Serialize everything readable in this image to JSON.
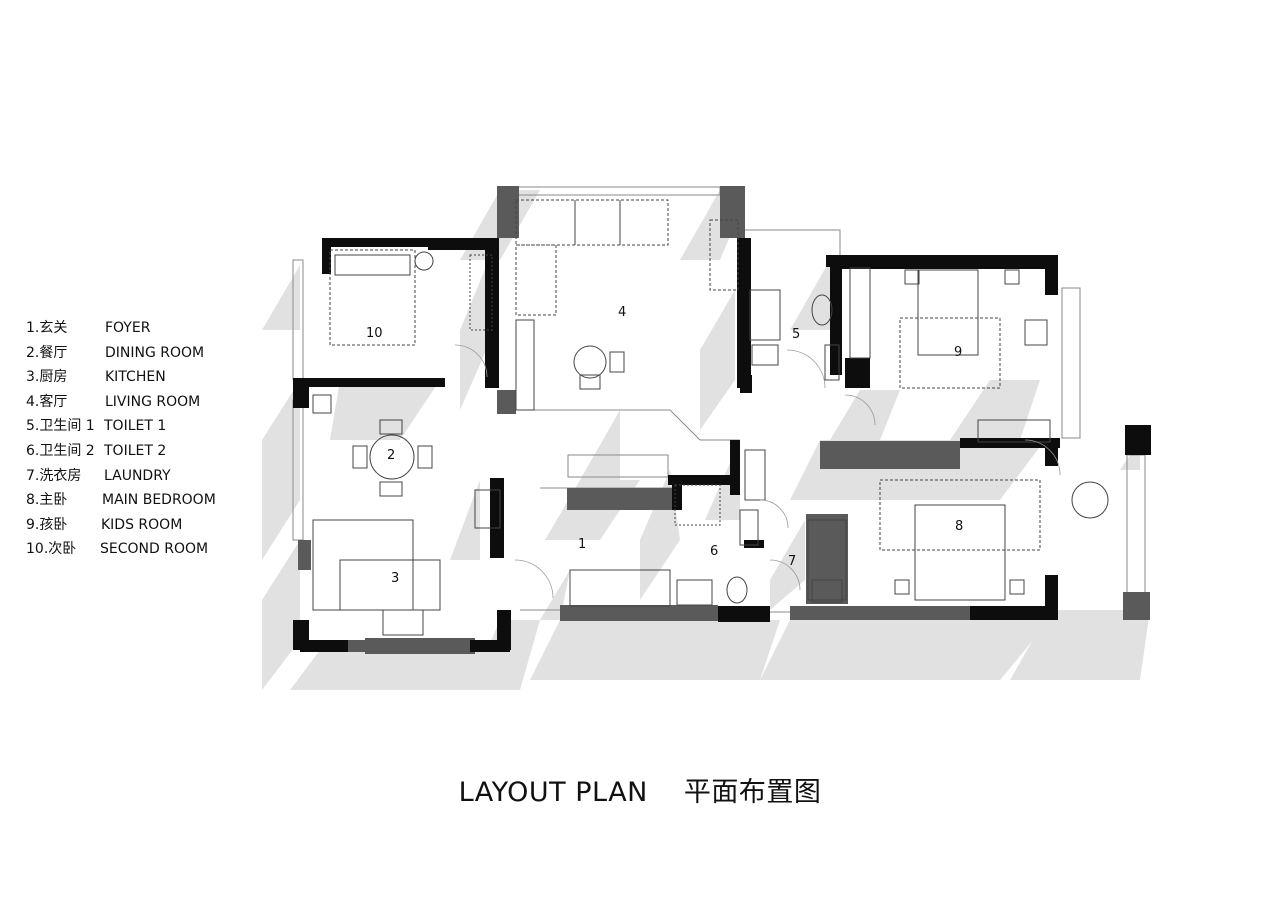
{
  "title": {
    "english": "LAYOUT PLAN",
    "chinese": "平面布置图"
  },
  "legend": [
    {
      "number": "1",
      "chinese": "1.玄关",
      "english": "FOYER"
    },
    {
      "number": "2",
      "chinese": "2.餐厅",
      "english": "DINING ROOM"
    },
    {
      "number": "3",
      "chinese": "3.厨房",
      "english": "KITCHEN"
    },
    {
      "number": "4",
      "chinese": "4.客厅",
      "english": "LIVING ROOM"
    },
    {
      "number": "5",
      "chinese": "5.卫生间 1",
      "english": "TOILET 1"
    },
    {
      "number": "6",
      "chinese": "6.卫生间 2",
      "english": "TOILET 2"
    },
    {
      "number": "7",
      "chinese": "7.洗衣房",
      "english": "LAUNDRY"
    },
    {
      "number": "8",
      "chinese": "8.主卧",
      "english": "MAIN BEDROOM"
    },
    {
      "number": "9",
      "chinese": "9.孩卧",
      "english": "KIDS ROOM"
    },
    {
      "number": "10",
      "chinese": "10.次卧",
      "english": "SECOND ROOM"
    }
  ],
  "room_labels": [
    "1",
    "2",
    "3",
    "4",
    "5",
    "6",
    "7",
    "8",
    "9",
    "10"
  ],
  "colors": {
    "wall": "#0d0d0d",
    "column": "#555555",
    "shadow": "#e1e1e1",
    "line": "#8a8a8a"
  }
}
